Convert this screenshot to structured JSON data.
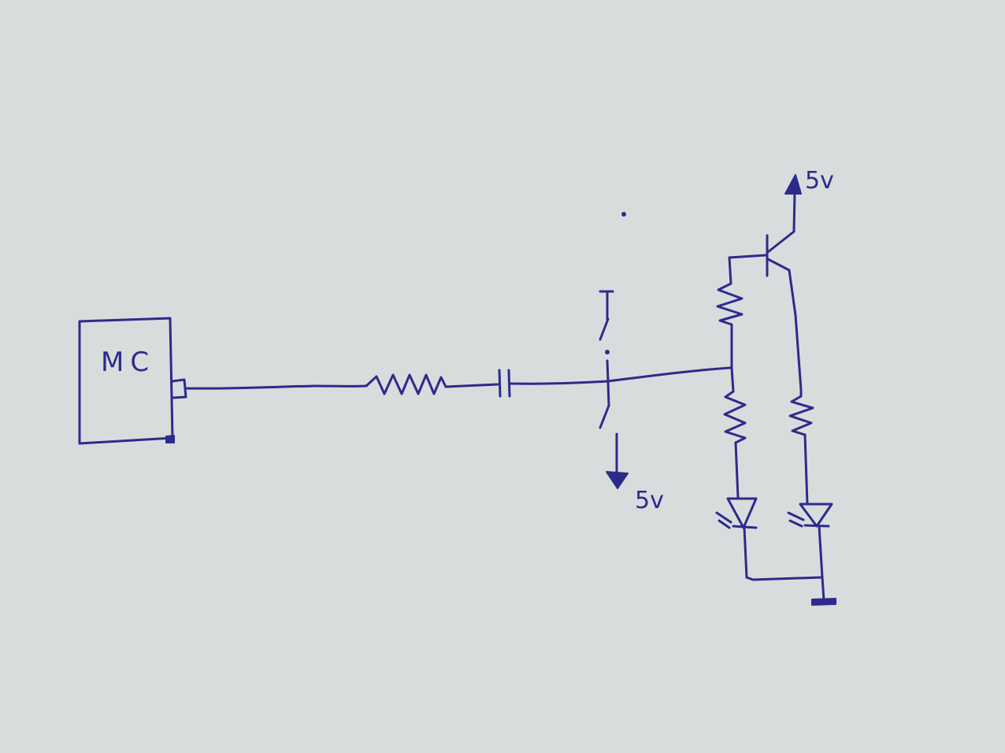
{
  "diagram": {
    "type": "hand-drawn circuit schematic",
    "ink_color": "#2c2b8c",
    "paper_color": "#d9dcdc",
    "labels": {
      "microcontroller": "MC",
      "supply_top": "5v",
      "supply_switch": "5v"
    },
    "components": [
      {
        "name": "microcontroller",
        "kind": "block",
        "label_ref": "microcontroller"
      },
      {
        "name": "series-resistor",
        "kind": "resistor"
      },
      {
        "name": "coupling-capacitor",
        "kind": "capacitor"
      },
      {
        "name": "upper-switch",
        "kind": "switch"
      },
      {
        "name": "lower-switch",
        "kind": "switch"
      },
      {
        "name": "supply-arrow-switch",
        "kind": "supply arrow"
      },
      {
        "name": "transistor",
        "kind": "bipolar transistor"
      },
      {
        "name": "supply-arrow-transistor",
        "kind": "supply arrow"
      },
      {
        "name": "base-resistor",
        "kind": "resistor"
      },
      {
        "name": "led-resistor-left",
        "kind": "resistor"
      },
      {
        "name": "led-resistor-right",
        "kind": "resistor"
      },
      {
        "name": "led-left",
        "kind": "LED"
      },
      {
        "name": "led-right",
        "kind": "LED"
      },
      {
        "name": "ground",
        "kind": "ground bar"
      }
    ]
  }
}
